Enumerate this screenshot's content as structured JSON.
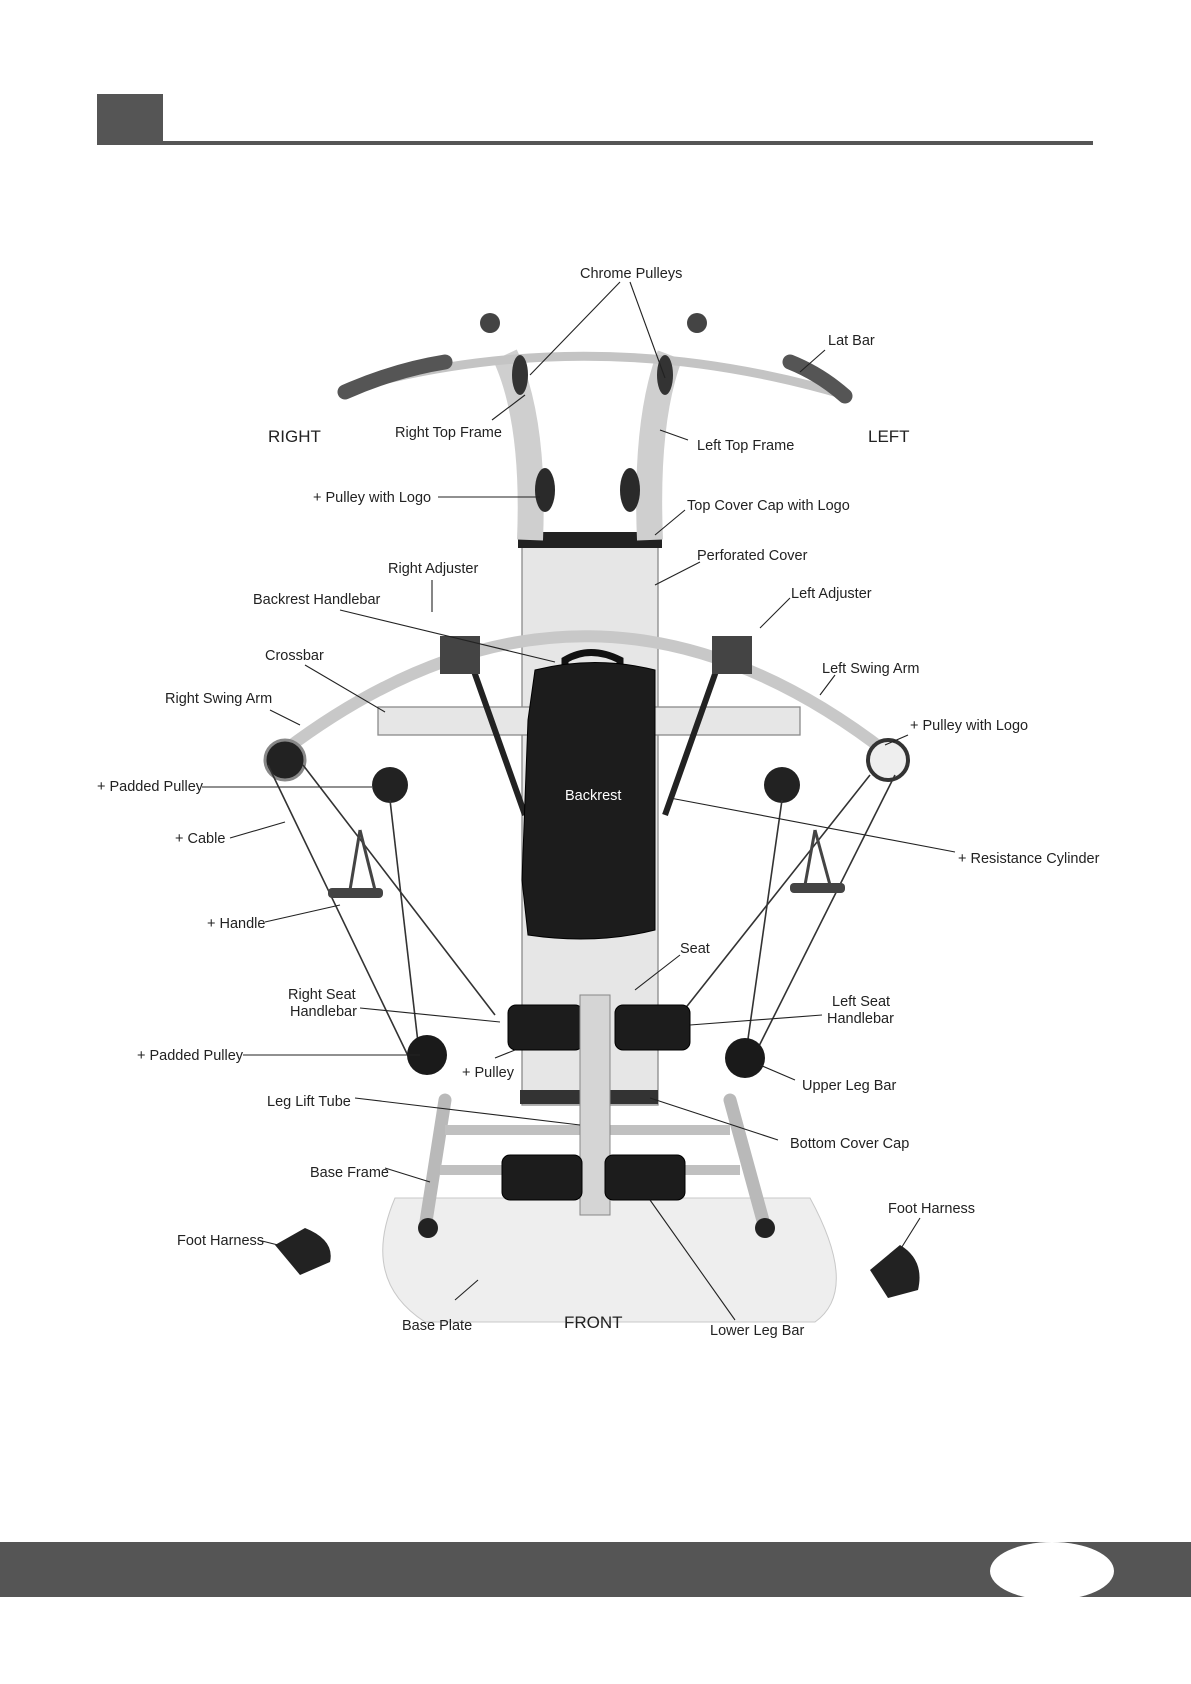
{
  "labels": {
    "chrome_pulleys": "Chrome Pulleys",
    "lat_bar": "Lat Bar",
    "right": "RIGHT",
    "right_top_frame": "Right Top Frame",
    "left_top_frame": "Left Top Frame",
    "left": "LEFT",
    "pulley_with_logo_top": "+ Pulley with Logo",
    "top_cover_cap": "Top Cover Cap with Logo",
    "perforated_cover": "Perforated Cover",
    "right_adjuster": "Right Adjuster",
    "backrest_handlebar": "Backrest Handlebar",
    "left_adjuster": "Left Adjuster",
    "crossbar": "Crossbar",
    "left_swing_arm": "Left Swing Arm",
    "right_swing_arm": "Right Swing Arm",
    "pulley_with_logo_left": "+ Pulley with Logo",
    "padded_pulley_top": "+ Padded Pulley",
    "backrest": "Backrest",
    "cable": "+ Cable",
    "resistance_cylinder": "+ Resistance Cylinder",
    "handle": "+ Handle",
    "seat": "Seat",
    "right_seat_handlebar_1": "Right Seat",
    "right_seat_handlebar_2": "Handlebar",
    "left_seat_handlebar_1": "Left Seat",
    "left_seat_handlebar_2": "Handlebar",
    "padded_pulley_bottom": "+ Padded Pulley",
    "pulley": "+ Pulley",
    "upper_leg_bar": "Upper Leg Bar",
    "leg_lift_tube": "Leg Lift Tube",
    "bottom_cover_cap": "Bottom Cover Cap",
    "base_frame": "Base Frame",
    "foot_harness_right": "Foot Harness",
    "foot_harness_left": "Foot Harness",
    "base_plate": "Base Plate",
    "front": "FRONT",
    "lower_leg_bar": "Lower Leg Bar"
  },
  "colors": {
    "header_gray": "#555555",
    "footer_gray": "#555555",
    "pad_black": "#1c1c1c",
    "frame_gray": "#e6e6e6"
  }
}
